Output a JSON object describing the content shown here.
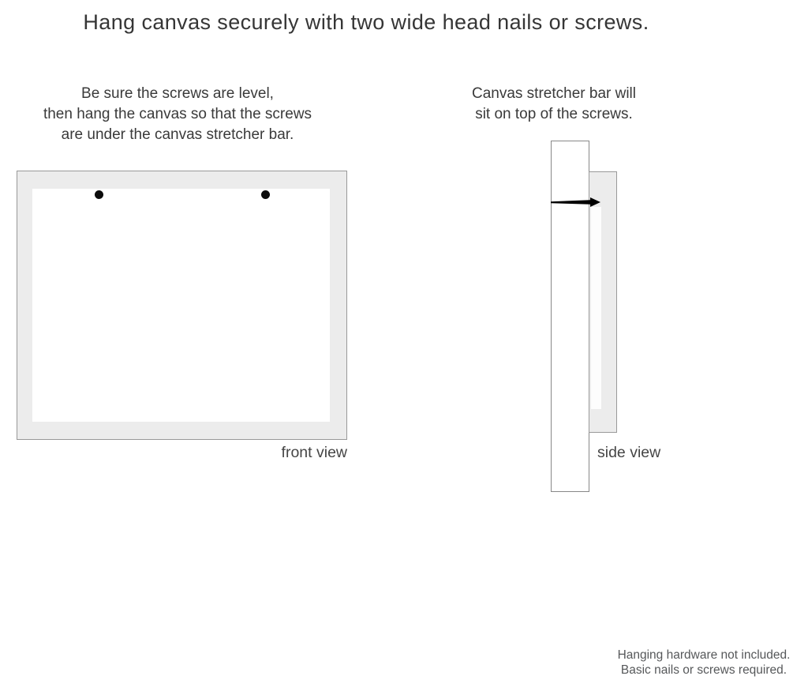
{
  "page": {
    "title": "Hang canvas securely with two wide head nails or screws."
  },
  "instructions": {
    "left": {
      "lines": [
        "Be sure the screws are level,",
        "then hang the canvas so that the screws",
        "are under the canvas stretcher bar."
      ]
    },
    "right": {
      "lines": [
        "Canvas stretcher bar will",
        "sit on top of the screws."
      ]
    }
  },
  "diagrams": {
    "front_view": {
      "label": "front view"
    },
    "side_view": {
      "label": "side view"
    }
  },
  "footnote": {
    "lines": [
      "Hanging hardware not included.",
      "Basic nails or screws required."
    ]
  },
  "colors": {
    "canvas_mat_fill": "#ececec",
    "outline_gray": "#999999",
    "nail_black": "#000000",
    "body_text": "#3a3a3a",
    "footnote_text": "#56585a"
  }
}
